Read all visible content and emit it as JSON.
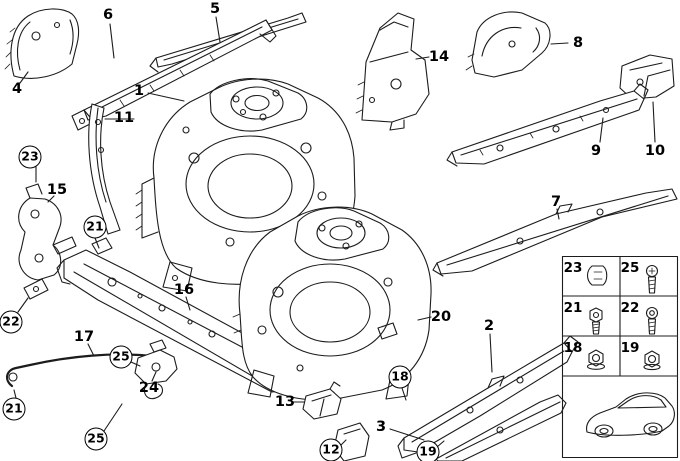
{
  "diagram": {
    "type": "vehicle-body-parts-diagram",
    "colors": {
      "background": "#ffffff",
      "line": "#1c1c1c"
    },
    "callouts": [
      {
        "id": "c6",
        "label": "6",
        "circled": false
      },
      {
        "id": "c5",
        "label": "5",
        "circled": false
      },
      {
        "id": "c4",
        "label": "4",
        "circled": false
      },
      {
        "id": "c1",
        "label": "1",
        "circled": false
      },
      {
        "id": "c11",
        "label": "11",
        "circled": false
      },
      {
        "id": "c14",
        "label": "14",
        "circled": false
      },
      {
        "id": "c8",
        "label": "8",
        "circled": false
      },
      {
        "id": "c23",
        "label": "23",
        "circled": true
      },
      {
        "id": "c15",
        "label": "15",
        "circled": false
      },
      {
        "id": "c21a",
        "label": "21",
        "circled": true
      },
      {
        "id": "c9",
        "label": "9",
        "circled": false
      },
      {
        "id": "c10",
        "label": "10",
        "circled": false
      },
      {
        "id": "c7",
        "label": "7",
        "circled": false
      },
      {
        "id": "c22",
        "label": "22",
        "circled": true
      },
      {
        "id": "c16",
        "label": "16",
        "circled": false
      },
      {
        "id": "c20",
        "label": "20",
        "circled": false
      },
      {
        "id": "c2",
        "label": "2",
        "circled": false
      },
      {
        "id": "c17",
        "label": "17",
        "circled": false
      },
      {
        "id": "c25a",
        "label": "25",
        "circled": true
      },
      {
        "id": "c24",
        "label": "24",
        "circled": false
      },
      {
        "id": "c21b",
        "label": "21",
        "circled": true
      },
      {
        "id": "c13",
        "label": "13",
        "circled": false
      },
      {
        "id": "c18",
        "label": "18",
        "circled": true
      },
      {
        "id": "c25b",
        "label": "25",
        "circled": true
      },
      {
        "id": "c12",
        "label": "12",
        "circled": true
      },
      {
        "id": "c3",
        "label": "3",
        "circled": false
      },
      {
        "id": "c19",
        "label": "19",
        "circled": true
      }
    ],
    "legend": {
      "rows": [
        [
          {
            "label": "23",
            "icon": "clip-icon"
          },
          {
            "label": "25",
            "icon": "screw-icon"
          }
        ],
        [
          {
            "label": "21",
            "icon": "bolt-icon"
          },
          {
            "label": "22",
            "icon": "screw-icon"
          }
        ],
        [
          {
            "label": "18",
            "icon": "flange-nut-icon"
          },
          {
            "label": "19",
            "icon": "nut-icon"
          }
        ]
      ],
      "vehicle_icon": "car-icon"
    }
  }
}
